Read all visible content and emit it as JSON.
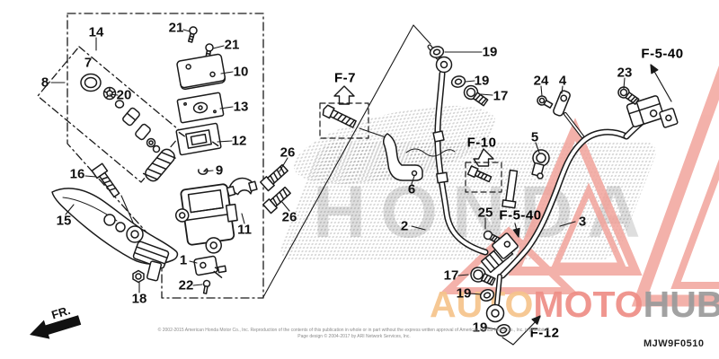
{
  "page": {
    "part_code": "MJW9F0510",
    "fr_label": "FR."
  },
  "footer": {
    "line1": "© 2002-2015 American Honda Motor Co., Inc. Reproduction of the contents of this publication in whole or in part without the express written approval of American Honda Motor Co., Inc. is prohibited.",
    "line2": "Page design © 2004-2017 by ARI Network Services, Inc."
  },
  "watermark": {
    "honda": "HONDA",
    "brand_auto": "AUTO",
    "brand_moto": "MOTO",
    "brand_hub": "HUB",
    "triangle_color": "#f2a49c",
    "auto_color": "#f6c48c",
    "moto_color": "#ee8e86",
    "hub_color": "#9b9b9b"
  },
  "callouts": [
    {
      "text": "14"
    },
    {
      "text": "21"
    },
    {
      "text": "21"
    },
    {
      "text": "10"
    },
    {
      "text": "13"
    },
    {
      "text": "12"
    },
    {
      "text": "9"
    },
    {
      "text": "8"
    },
    {
      "text": "7"
    },
    {
      "text": "20"
    },
    {
      "text": "16"
    },
    {
      "text": "15"
    },
    {
      "text": "18"
    },
    {
      "text": "1"
    },
    {
      "text": "22"
    },
    {
      "text": "11"
    },
    {
      "text": "26"
    },
    {
      "text": "26"
    },
    {
      "text": "6"
    },
    {
      "text": "2"
    },
    {
      "text": "19"
    },
    {
      "text": "19"
    },
    {
      "text": "17"
    },
    {
      "text": "24"
    },
    {
      "text": "4"
    },
    {
      "text": "23"
    },
    {
      "text": "5"
    },
    {
      "text": "25"
    },
    {
      "text": "3"
    },
    {
      "text": "17"
    },
    {
      "text": "19"
    },
    {
      "text": "19"
    }
  ],
  "refs": [
    {
      "text": "F-7"
    },
    {
      "text": "F-10"
    },
    {
      "text": "F-5-40"
    },
    {
      "text": "F-5-40"
    },
    {
      "text": "F-12"
    }
  ]
}
